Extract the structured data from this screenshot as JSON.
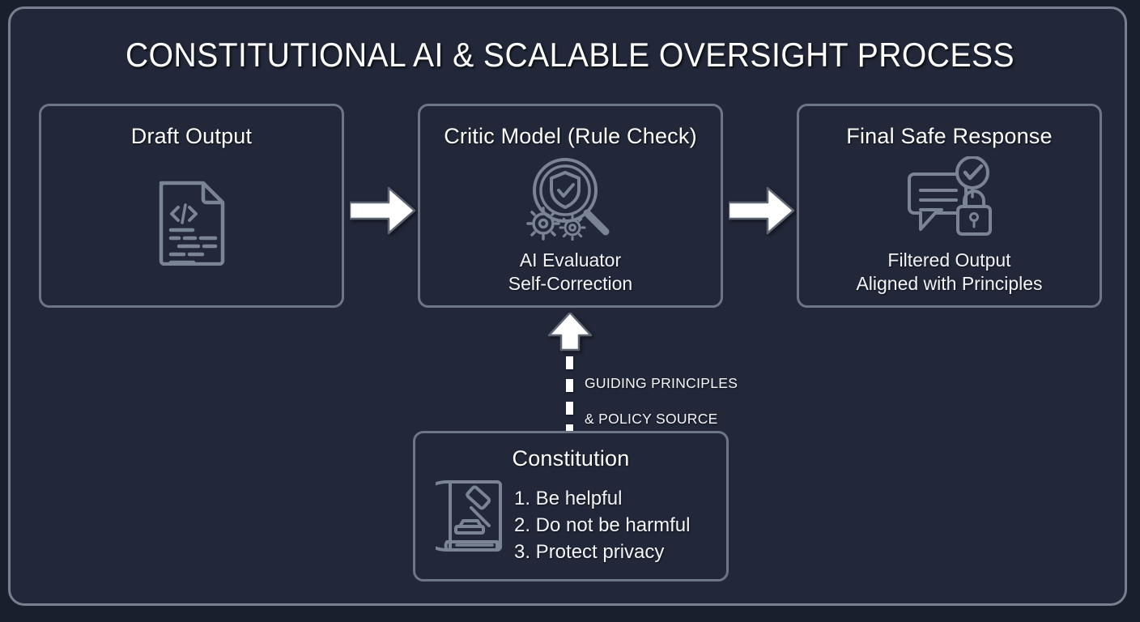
{
  "diagram": {
    "title": "CONSTITUTIONAL AI & SCALABLE OVERSIGHT PROCESS",
    "accent_color": "#ffffff",
    "border_color": "#6d7687",
    "background_color": "#222839",
    "icon_stroke_color": "#7b8494"
  },
  "nodes": {
    "draft": {
      "title": "Draft Output",
      "icon": "code-document-icon",
      "subtitle": ""
    },
    "critic": {
      "title": "Critic Model (Rule Check)",
      "icon": "magnifier-shield-gears-icon",
      "subtitle": "AI Evaluator\nSelf-Correction",
      "subtitle_line1": "AI Evaluator",
      "subtitle_line2": "Self-Correction"
    },
    "final": {
      "title": "Final Safe Response",
      "icon": "chat-check-lock-icon",
      "subtitle": "Filtered Output\nAligned with Principles",
      "subtitle_line1": "Filtered Output",
      "subtitle_line2": "Aligned with Principles"
    },
    "constitution": {
      "title": "Constitution",
      "icon": "law-book-gavel-icon",
      "rules": [
        "1. Be helpful",
        "2. Do not be harmful",
        "3. Protect privacy"
      ]
    }
  },
  "connectors": {
    "draft_to_critic": {
      "style": "solid-block-arrow",
      "direction": "right",
      "label": ""
    },
    "critic_to_final": {
      "style": "solid-block-arrow",
      "direction": "right",
      "label": ""
    },
    "constitution_to_critic": {
      "style": "dashed-block-arrow",
      "direction": "up",
      "label": "GUIDING PRINCIPLES\n& POLICY SOURCE",
      "label_line1": "GUIDING PRINCIPLES",
      "label_line2": "& POLICY SOURCE"
    }
  }
}
